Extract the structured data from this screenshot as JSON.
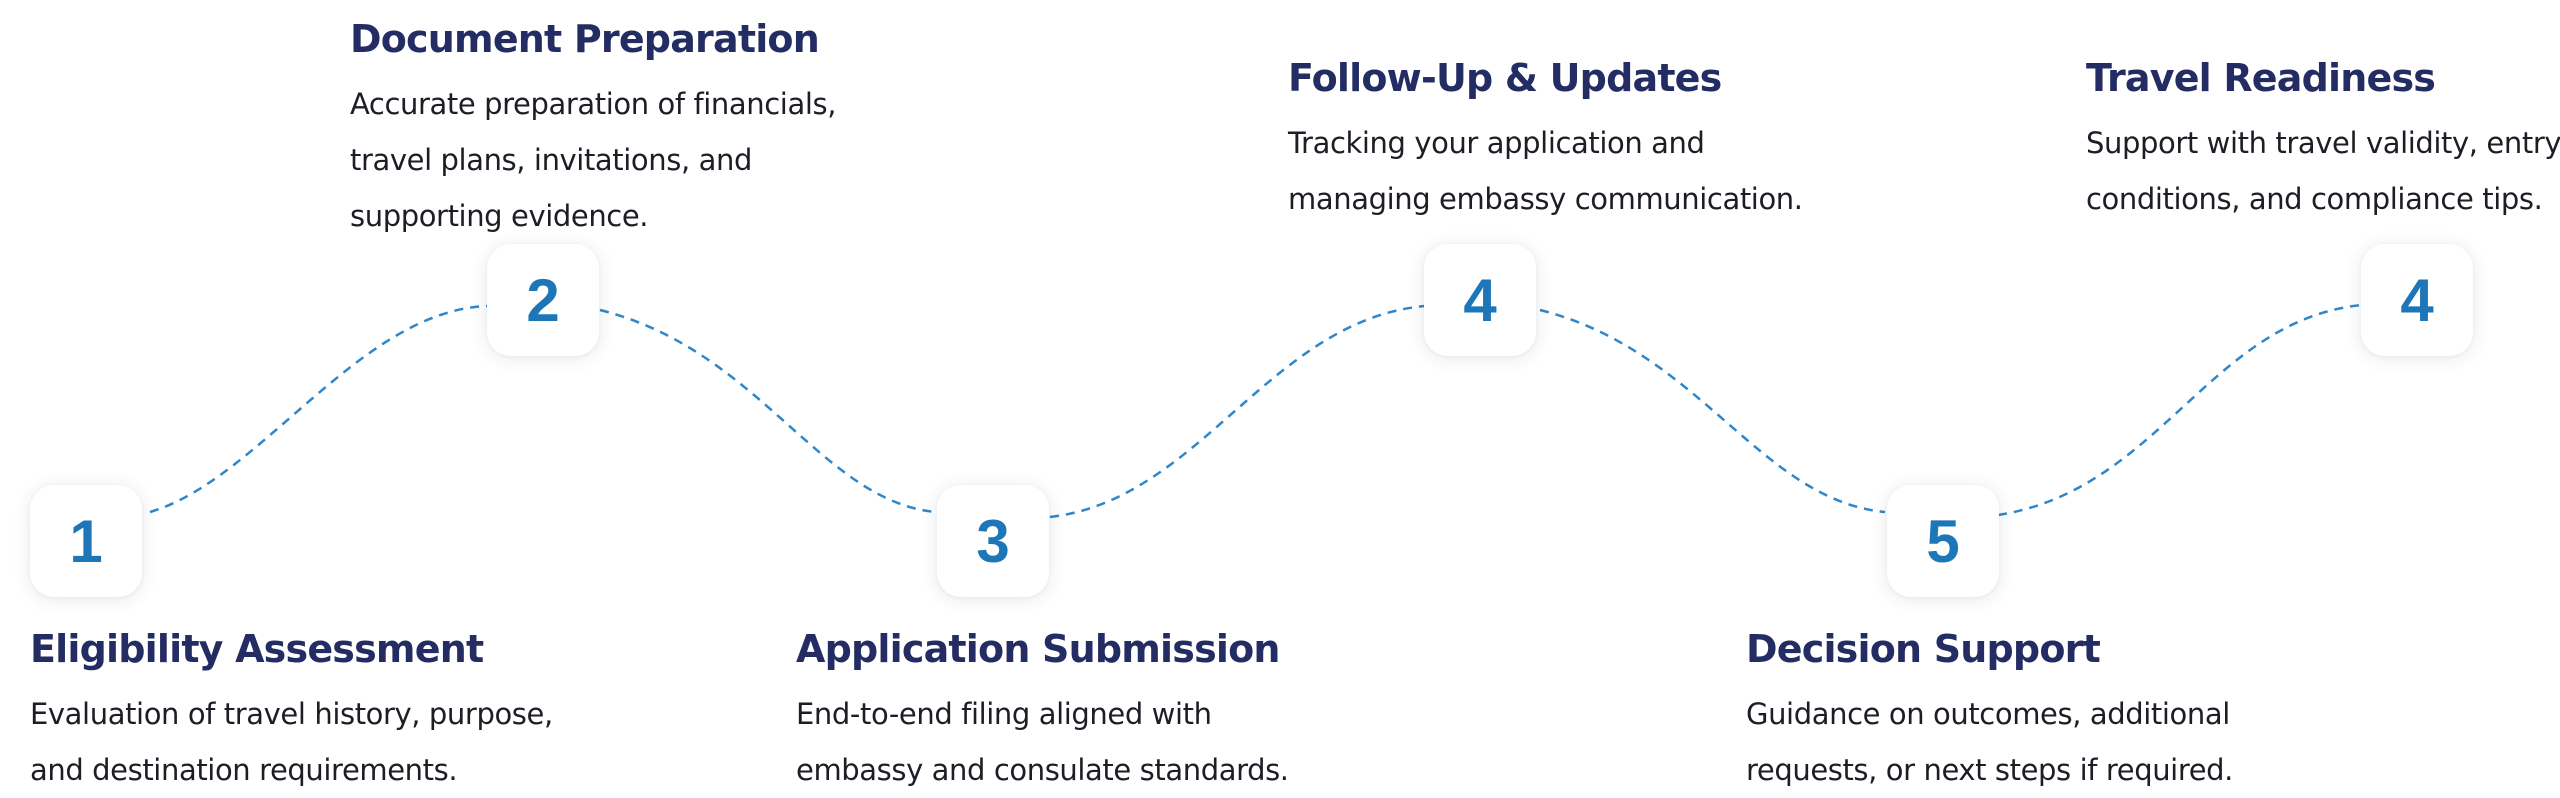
{
  "colors": {
    "title": "#232c63",
    "text": "#1d1d26",
    "accent": "#1c76b8",
    "badge_bg": "#ffffff",
    "connector": "#2f86c8"
  },
  "steps": [
    {
      "number": "1",
      "title": "Eligibility Assessment",
      "desc": [
        "Evaluation of travel history, purpose,",
        "and destination requirements."
      ]
    },
    {
      "number": "2",
      "title": "Document Preparation",
      "desc": [
        "Accurate preparation of financials,",
        "travel plans, invitations, and",
        "supporting evidence."
      ]
    },
    {
      "number": "3",
      "title": "Application Submission",
      "desc": [
        "End-to-end filing aligned with",
        "embassy and consulate standards."
      ]
    },
    {
      "number": "4",
      "title": "Follow-Up & Updates",
      "desc": [
        "Tracking your application and",
        "managing embassy communication."
      ]
    },
    {
      "number": "5",
      "title": "Decision Support",
      "desc": [
        "Guidance on outcomes, additional",
        "requests, or next steps if required."
      ]
    },
    {
      "number": "4",
      "title": "Travel Readiness",
      "desc": [
        "Support with travel validity, entry",
        "conditions, and compliance tips."
      ]
    }
  ]
}
